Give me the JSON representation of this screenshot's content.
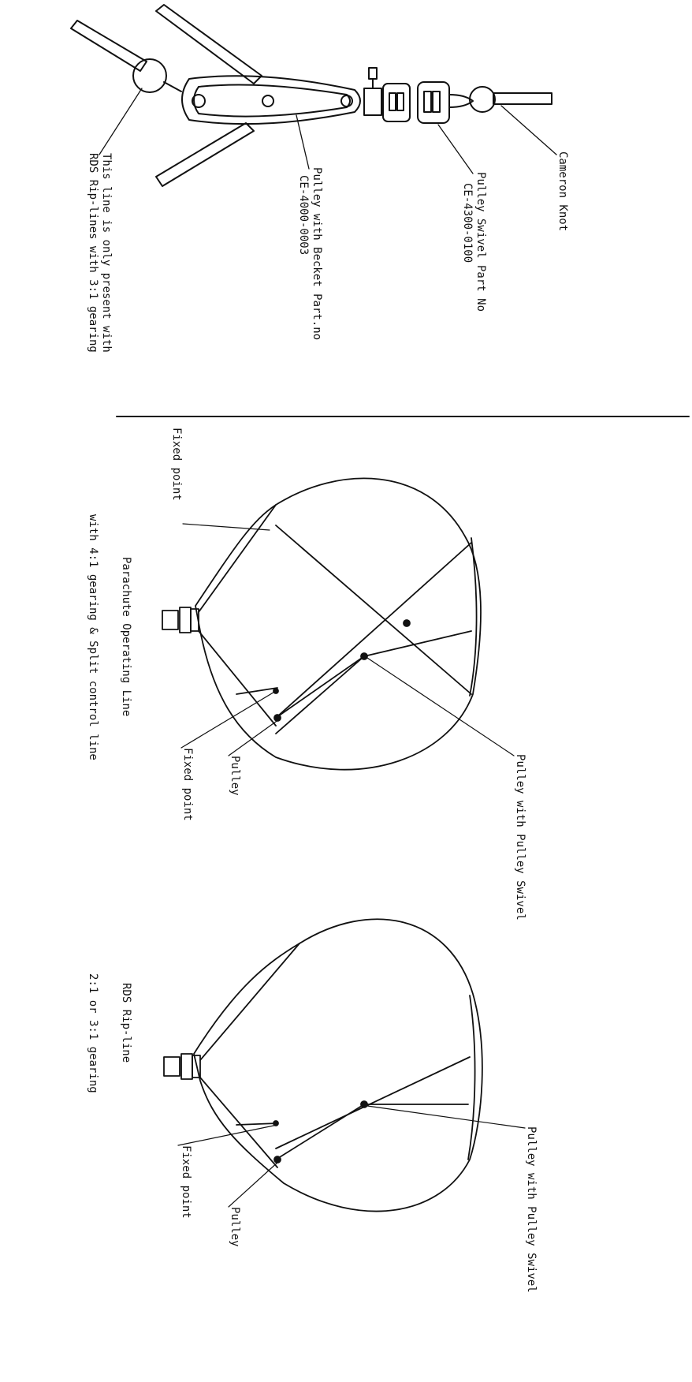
{
  "colors": {
    "ink": "#111111",
    "paper": "#ffffff"
  },
  "top_detail": {
    "labels": {
      "cameron_knot": "Cameron Knot",
      "swivel_line1": "Pulley Swivel Part No",
      "swivel_line2": "CE-4300-0100",
      "becket_line1": "Pulley with Becket Part.no",
      "becket_line2": "CE-4000-0003",
      "rds_note_line1": "This line is only present with",
      "rds_note_line2": "RDS Rip-lines with 3:1 gearing"
    }
  },
  "diagram_operating": {
    "caption_line1": "Parachute Operating Line",
    "caption_line2": "with 4:1 gearing & Split control line",
    "labels": {
      "fixed_point_top": "Fixed point",
      "pulley_swivel": "Pulley with Pulley Swivel",
      "fixed_point_bottom": "Fixed point",
      "pulley": "Pulley"
    }
  },
  "diagram_ripline": {
    "caption_line1": "RDS Rip-line",
    "caption_line2": "2:1 or 3:1 gearing",
    "labels": {
      "pulley_swivel": "Pulley with Pulley Swivel",
      "fixed_point": "Fixed point",
      "pulley": "Pulley"
    }
  }
}
